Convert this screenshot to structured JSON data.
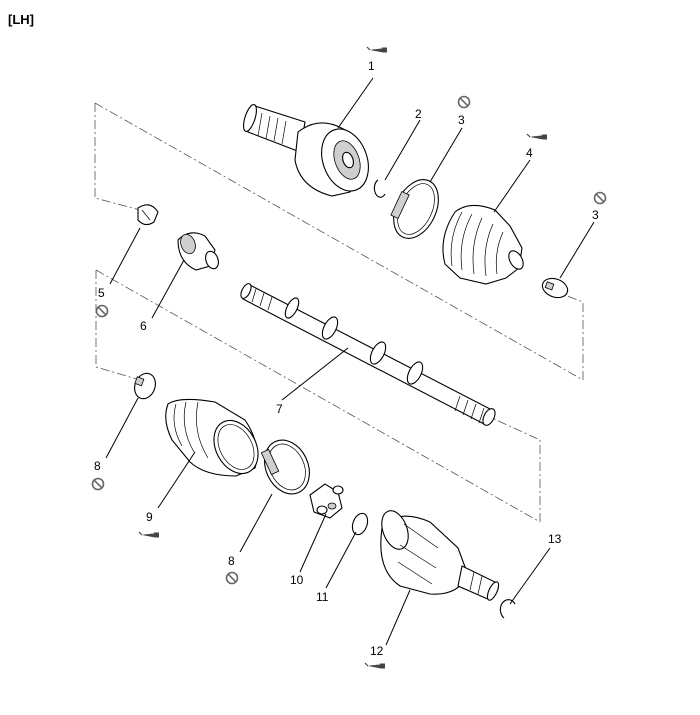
{
  "header": {
    "side_label": "[LH]"
  },
  "callouts": [
    {
      "id": "c1",
      "number": "1"
    },
    {
      "id": "c2",
      "number": "2"
    },
    {
      "id": "c3a",
      "number": "3"
    },
    {
      "id": "c4",
      "number": "4"
    },
    {
      "id": "c3b",
      "number": "3"
    },
    {
      "id": "c5",
      "number": "5"
    },
    {
      "id": "c6",
      "number": "6"
    },
    {
      "id": "c7",
      "number": "7"
    },
    {
      "id": "c8a",
      "number": "8"
    },
    {
      "id": "c9",
      "number": "9"
    },
    {
      "id": "c8b",
      "number": "8"
    },
    {
      "id": "c10",
      "number": "10"
    },
    {
      "id": "c11",
      "number": "11"
    },
    {
      "id": "c12",
      "number": "12"
    },
    {
      "id": "c13",
      "number": "13"
    }
  ],
  "symbols": {
    "grease_icon": "grease-tube-icon",
    "no_reuse_icon": "do-not-reuse-icon"
  }
}
